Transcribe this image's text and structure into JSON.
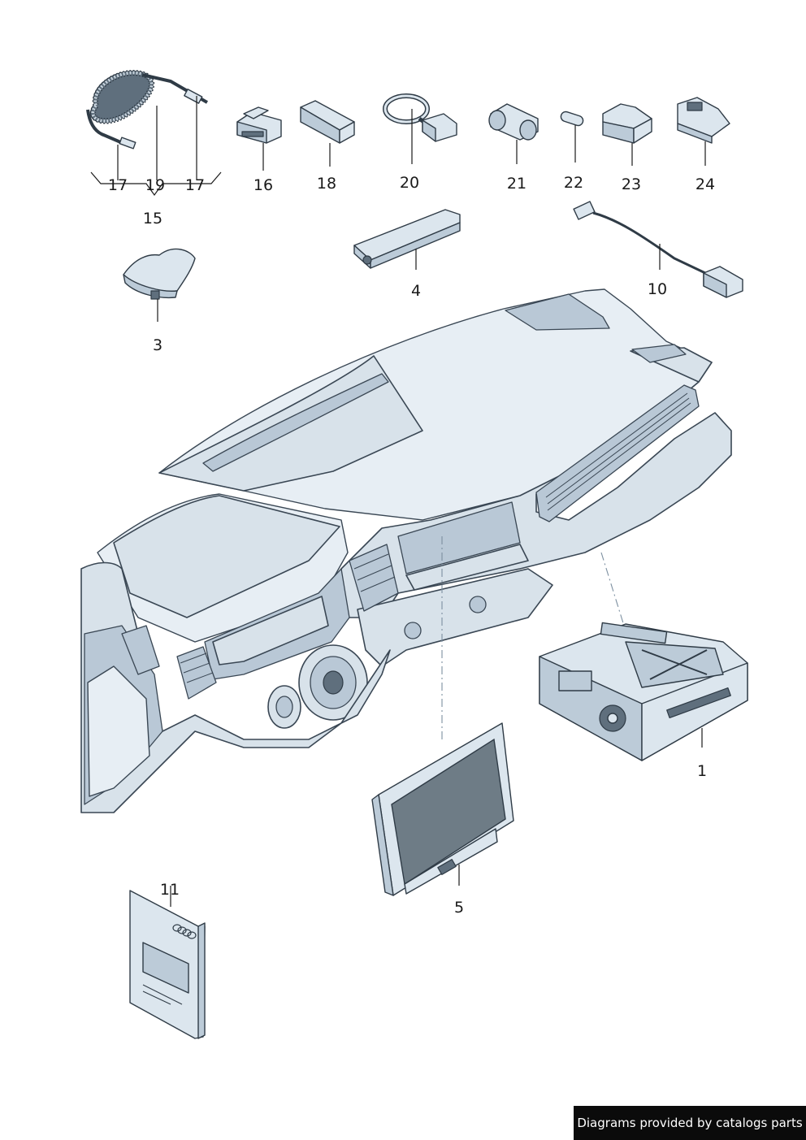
{
  "callouts": [
    {
      "id": "p17a",
      "label": "17"
    },
    {
      "id": "p19",
      "label": "19"
    },
    {
      "id": "p17b",
      "label": "17"
    },
    {
      "id": "p15",
      "label": "15"
    },
    {
      "id": "p16",
      "label": "16"
    },
    {
      "id": "p18",
      "label": "18"
    },
    {
      "id": "p20",
      "label": "20"
    },
    {
      "id": "p21",
      "label": "21"
    },
    {
      "id": "p22",
      "label": "22"
    },
    {
      "id": "p23",
      "label": "23"
    },
    {
      "id": "p24",
      "label": "24"
    },
    {
      "id": "p3",
      "label": "3"
    },
    {
      "id": "p4",
      "label": "4"
    },
    {
      "id": "p10",
      "label": "10"
    },
    {
      "id": "p1",
      "label": "1"
    },
    {
      "id": "p5",
      "label": "5"
    },
    {
      "id": "p11",
      "label": "11"
    }
  ],
  "credit": "Diagrams provided by catalogs parts",
  "colors": {
    "part_fill": "#dce6ee",
    "part_shade": "#bccbd8",
    "outline": "#2f3b46",
    "leader_dash": "#7c8fa0",
    "credit_bg": "#0b0b0b"
  }
}
